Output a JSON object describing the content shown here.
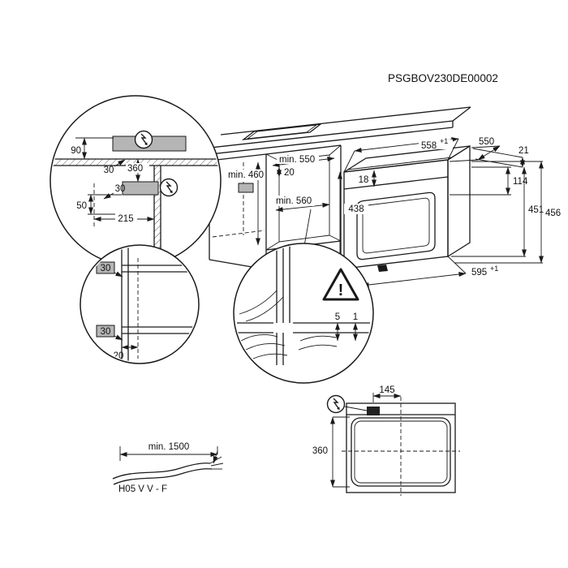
{
  "header": {
    "code": "PSGBOV230DE00002"
  },
  "detail_counter": {
    "dim_90": "90",
    "dim_30_top": "30",
    "dim_360": "360",
    "dim_30_mid": "30",
    "dim_50": "50",
    "dim_215": "215"
  },
  "detail_corner": {
    "dim_30_upper": "30",
    "dim_30_lower": "30",
    "dim_20": "20"
  },
  "detail_wall": {
    "dim_5": "5",
    "dim_1": "1",
    "warning_mark": "!"
  },
  "cabinet": {
    "dim_min_460": "min. 460",
    "dim_min_550": "min. 550",
    "dim_20": "20",
    "dim_min_560": "min. 560"
  },
  "oven": {
    "dim_558": "558",
    "dim_558_tol": "+1",
    "dim_550": "550",
    "dim_21": "21",
    "dim_18": "18",
    "dim_114": "114",
    "dim_438": "438",
    "dim_451": "451",
    "dim_456": "456",
    "dim_595": "595",
    "dim_595_tol": "+1"
  },
  "top_view": {
    "dim_145": "145",
    "dim_360": "360"
  },
  "cable": {
    "dim_min_1500": "min. 1500",
    "cable_type": "H05 V V - F"
  },
  "icons": {
    "power_symbol": "circle-with-lightning-bolt",
    "warning_symbol": "triangle-with-exclamation"
  },
  "colors": {
    "line": "#1a1a1a",
    "fill_gray": "#b5b5b5",
    "background": "#ffffff"
  }
}
